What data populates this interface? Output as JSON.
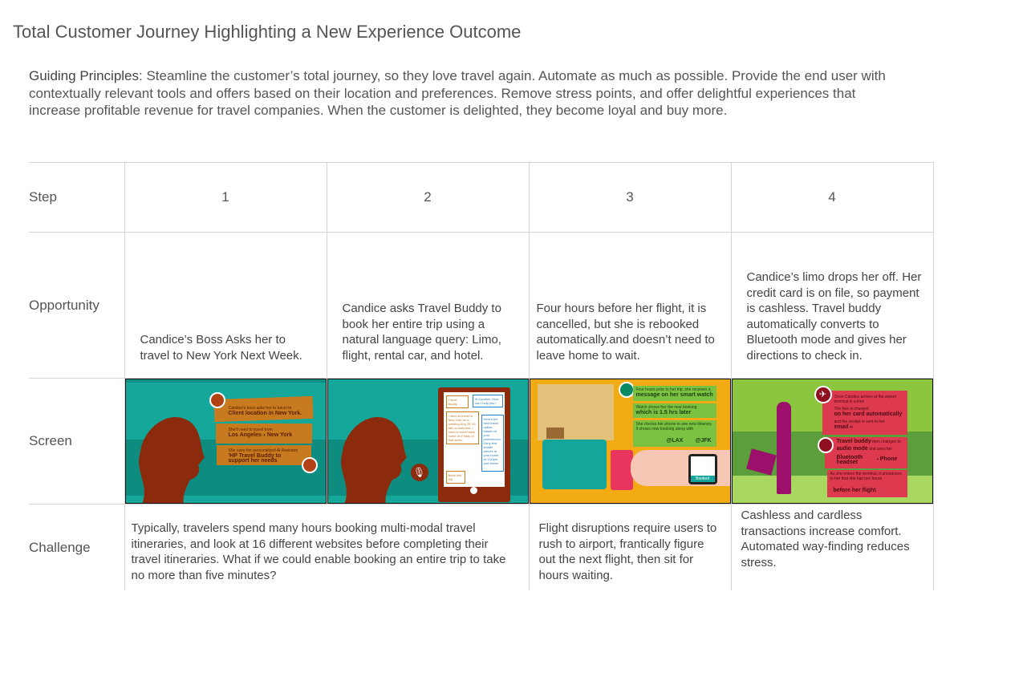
{
  "title": "Total Customer Journey Highlighting a New Experience Outcome",
  "principles": {
    "label": "Guiding Principles",
    "text": ": Steamline the customer’s total journey, so they love travel again. Automate as much as possible. Provide the end user with contextually relevant tools and offers based on their location and preferences. Remove stress points, and offer delightful experiences that increase profitable revenue for travel companies. When the customer is delighted, they become loyal and buy more."
  },
  "rows": {
    "step": "Step",
    "opportunity": "Opportunity",
    "screen": "Screen",
    "challenge": "Challenge"
  },
  "steps": [
    "1",
    "2",
    "3",
    "4"
  ],
  "opportunities": [
    "Candice’s Boss Asks her to travel to New York Next Week.",
    "Candice asks Travel Buddy to book her entire trip using a natural language query: Limo, flight, rental car, and hotel.",
    "Four hours before her flight, it is cancelled, but she is rebooked automatically.and doesn’t need to leave home to wait.",
    "Candice’s limo drops her off. Her credit card is on file, so payment is cashless. Travel buddy automatically converts to Bluetooth mode and gives her directions to check in."
  ],
  "challenges": [
    "Typically, travelers spend many hours booking multi-modal travel itineraries, and look at 16 different websites before completing their travel itineraries. What if we could enable booking an entire trip to take no more than five minutes?",
    "Flight disruptions require users to rush to airport, frantically figure out the next flight, then sit for hours waiting.",
    "Cashless and cardless transactions increase comfort. Automated way-finding reduces stress."
  ],
  "screens": {
    "s1": {
      "a": "Candice's boss asks her to travel to",
      "b": "Client location in New York.",
      "c": "She'll need to travel from",
      "d": "Los Angeles",
      "e": "New York",
      "f": "She uses her personalized AI Assistant",
      "g": "'HP Travel Buddy to support her needs"
    },
    "s2": {
      "a": "Travel Buddy",
      "b": "Hi Candice, How can I help you?",
      "c": "I need to travel to New York for a meeting Aug 25 '20 with a customer. I need to travel back home on Friday of that week.",
      "d": "Here's the best travel option, based on your preferences: Early bird shuttle arrives at your home at 1:00pm and drives ...",
      "e": "Book this trip."
    },
    "s3": {
      "a": "Four hours prior to her trip, she receives a",
      "b": "message on her smart watch",
      "c": "Watch shows her the new booking",
      "d": "which is 1.5 hrs later",
      "e": "She checks her phone to see new itinerary It shows new booking along with",
      "f": "@LAX",
      "g": "@JFK",
      "h": "Booked"
    },
    "s4": {
      "a": "Once Candice arrives at the airport terminal in a limo",
      "b": "The fare is charged",
      "c": "on her card automatically",
      "d": "and the receipt is sent to her",
      "e": "email",
      "f": "Travel buddy",
      "g": "then changes to",
      "h": "audio mode",
      "i": "and uses her",
      "j": "Bluetooth headset",
      "k": "Phone",
      "l": "As she enters the terminal, it announces to her that she has two hours",
      "m": "before her flight"
    }
  },
  "colors": {
    "teal": "#15a79a",
    "rust": "#8b2a0c",
    "orange": "#c87a1e",
    "yellow": "#f2ab13",
    "green": "#7bc142",
    "magenta": "#9c0f6a",
    "red": "#de3a4f"
  }
}
